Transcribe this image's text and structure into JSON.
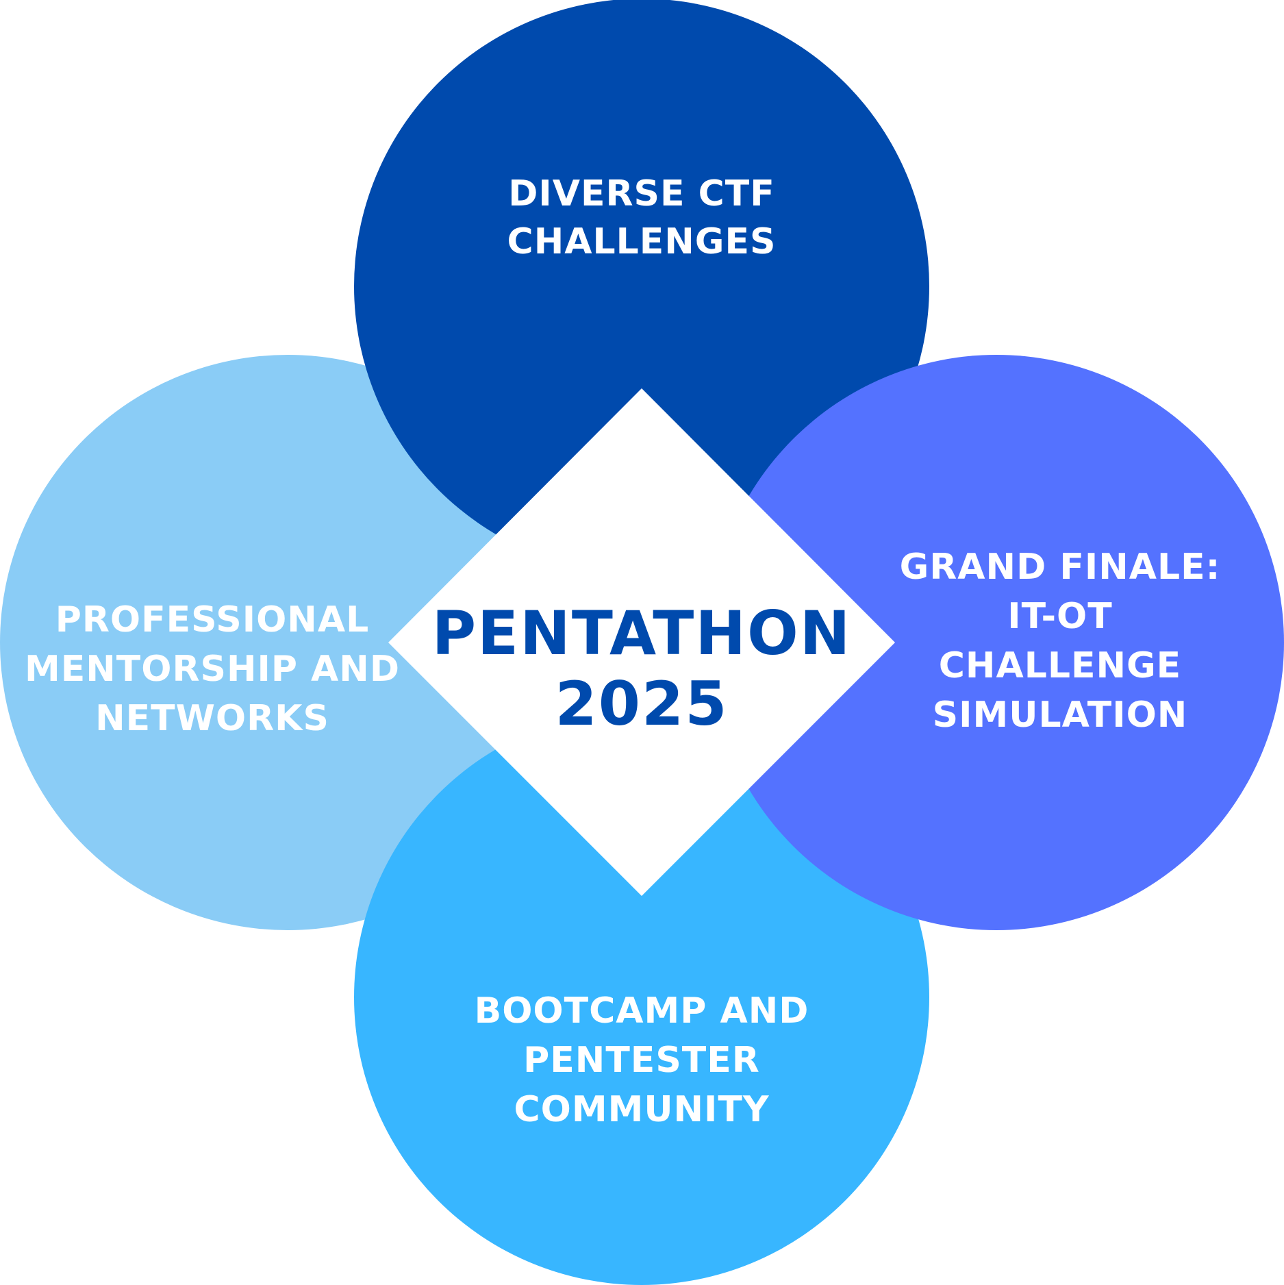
{
  "colors": {
    "top": "#004AAD",
    "right": "#5472FF",
    "bottom": "#38B6FF",
    "left": "#8ACCF6",
    "center_fill": "#FFFFFF",
    "center_text": "#004AAD"
  },
  "center": {
    "line1": "PENTATHON",
    "line2": "2025"
  },
  "petals": {
    "top": {
      "lines": [
        "DIVERSE CTF",
        "CHALLENGES"
      ]
    },
    "right": {
      "lines": [
        "GRAND FINALE:",
        "IT-OT",
        "CHALLENGE",
        "SIMULATION"
      ]
    },
    "bottom": {
      "lines": [
        "BOOTCAMP AND",
        "PENTESTER",
        "COMMUNITY"
      ]
    },
    "left": {
      "lines": [
        "PROFESSIONAL",
        "MENTORSHIP AND",
        "NETWORKS"
      ]
    }
  }
}
